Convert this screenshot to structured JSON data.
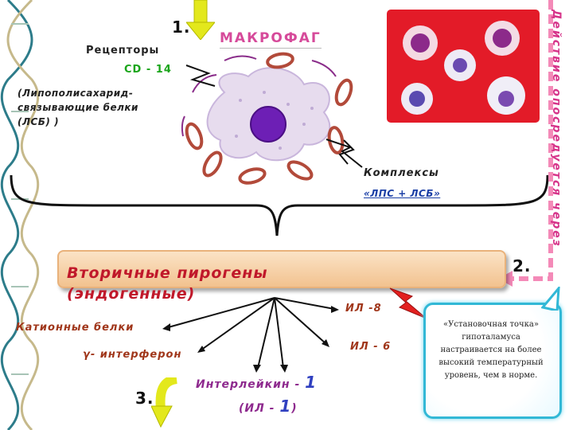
{
  "steps": {
    "one": "1.",
    "two": "2.",
    "three": "3."
  },
  "receptors": {
    "title": "Рецепторы",
    "cd14": "CD - 14",
    "lsb": "(Липополисахарид-\nсвязывающие белки\n(ЛСБ) )"
  },
  "macrophage_title": "МАКРОФАГ",
  "complex": {
    "title": "Комплексы",
    "subtitle": "«ЛПС + ЛСБ»"
  },
  "side_text": "Действие опосредуется через",
  "banner": {
    "text": "Вторичные пирогены (эндогенные)"
  },
  "pyrogens": {
    "cationic": "Катионные белки",
    "interferon": "γ- интерферон",
    "il8": "ИЛ -8",
    "il6": "ИЛ - 6",
    "interleukin_label": "Интерлейкин - ",
    "interleukin_num": "1",
    "il1_open": "(ИЛ - ",
    "il1_num": "1",
    "il1_close": ")"
  },
  "callout": "«Установочная точка» гипоталамуса настраивается на более высокий температурный уровень, чем в норме.",
  "colors": {
    "arrow_yellow": "#e3e81c",
    "pink_dashed": "#f48ab8",
    "banner_text": "#c0182a",
    "macrophage_title": "#d64a9a",
    "blood_bg": "#e31b28"
  },
  "icons": [
    "dna-helix-icon",
    "lightning-bolt-icon",
    "red-blood-cell-icon",
    "white-blood-cell-icon"
  ]
}
